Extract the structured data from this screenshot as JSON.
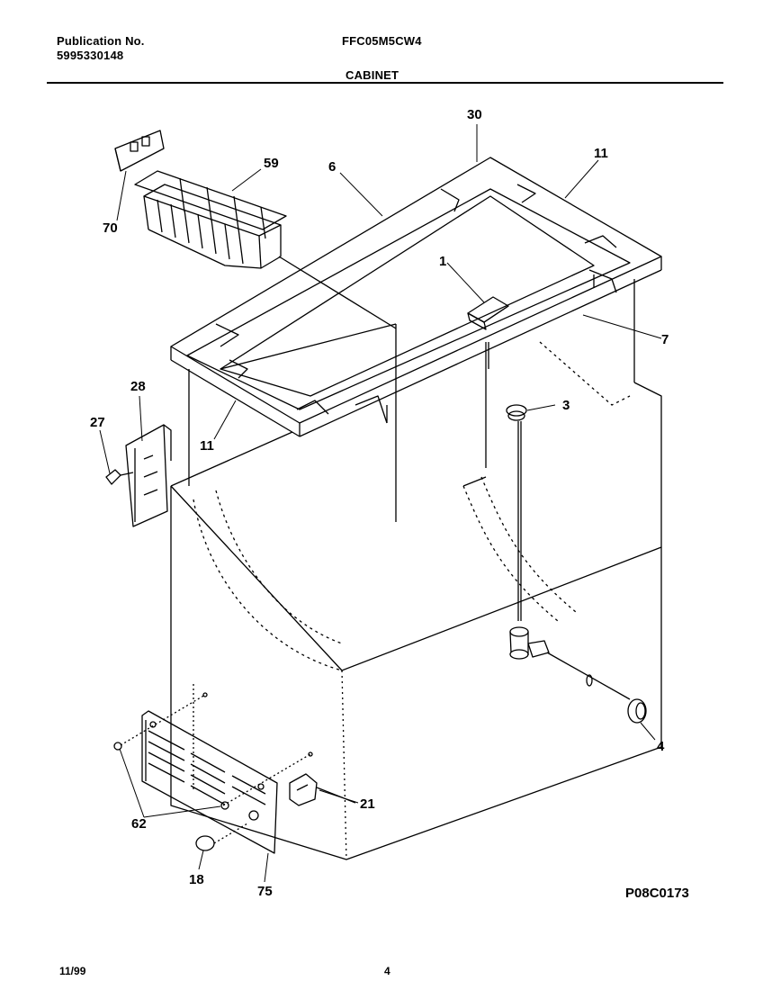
{
  "header": {
    "publication_label": "Publication No.",
    "publication_number": "5995330148",
    "model": "FFC05M5CW4",
    "section": "CABINET"
  },
  "diagram": {
    "callouts": {
      "c30": "30",
      "c11_top": "11",
      "c6": "6",
      "c59": "59",
      "c70": "70",
      "c1": "1",
      "c7": "7",
      "c3": "3",
      "c28": "28",
      "c27": "27",
      "c11_left": "11",
      "c4": "4",
      "c21": "21",
      "c62": "62",
      "c18": "18",
      "c75": "75"
    },
    "drawing_id": "P08C0173"
  },
  "footer": {
    "date": "11/99",
    "page": "4"
  }
}
